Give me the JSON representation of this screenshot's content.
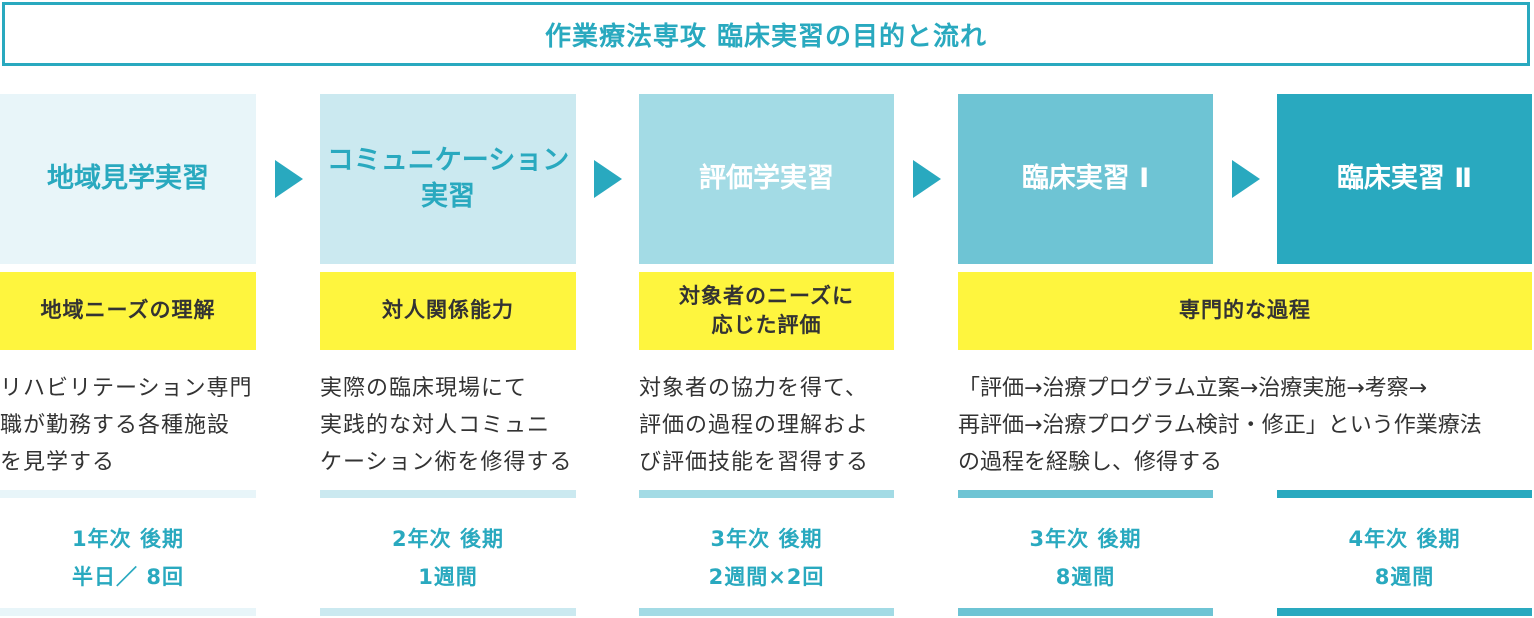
{
  "title": "作業療法専攻 臨床実習の目的と流れ",
  "stages": [
    {
      "name": "地域見学実習",
      "bg": "#e8f5f9",
      "color": "#29a9bf"
    },
    {
      "name": "コミュニケーション\n実習",
      "bg": "#cbe9f0",
      "color": "#29a9bf"
    },
    {
      "name": "評価学実習",
      "bg": "#a3dbe5",
      "color": "#ffffff"
    },
    {
      "name": "臨床実習 Ⅰ",
      "bg": "#6ec4d4",
      "color": "#ffffff"
    },
    {
      "name": "臨床実習 Ⅱ",
      "bg": "#29a9bf",
      "color": "#ffffff"
    }
  ],
  "goals": [
    "地域ニーズの理解",
    "対人関係能力",
    "対象者のニーズに\n応じた評価",
    "専門的な過程"
  ],
  "descriptions": [
    [
      "リハビリテーション専門",
      "職が勤務する各種施設",
      "を見学する"
    ],
    [
      "実際の臨床現場にて",
      "実践的な対人コミュニ",
      "ケーション術を修得する"
    ],
    [
      "対象者の協力を得て、",
      "評価の過程の理解およ",
      "び評価技能を習得する"
    ],
    [
      "「評価→治療プログラム立案→治療実施→考察→",
      "再評価→治療プログラム検討・修正」という作業療法",
      "の過程を経験し、修得する"
    ]
  ],
  "periods": [
    {
      "year": "1年次 後期",
      "duration": "半日／ 8回"
    },
    {
      "year": "2年次 後期",
      "duration": "1週間"
    },
    {
      "year": "3年次 後期",
      "duration": "2週間×2回"
    },
    {
      "year": "3年次 後期",
      "duration": "8週間"
    },
    {
      "year": "4年次 後期",
      "duration": "8週間"
    }
  ]
}
